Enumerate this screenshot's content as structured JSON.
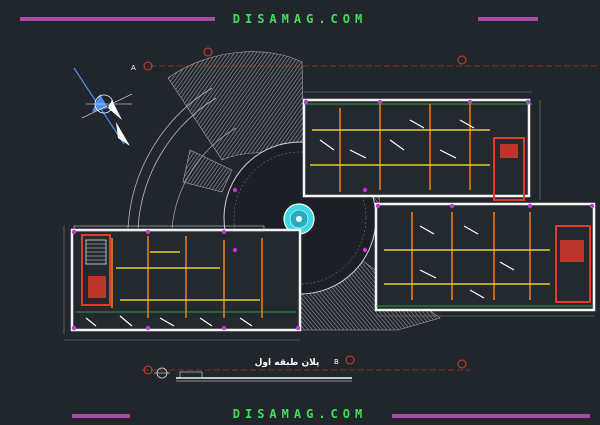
{
  "watermark_top": "DISAMAG.COM",
  "watermark_bottom": "DISAMAG.COM",
  "plan_title": "پلان طبقه اول",
  "section_marks": [
    "A",
    "B"
  ],
  "colors": {
    "background": "#21262c",
    "rule": "#a64ca6",
    "watermark": "#3fe05a",
    "wall": "#f4f4f4",
    "partition_orange": "#e07d1c",
    "partition_yellow": "#e0d31c",
    "core_red": "#e23b2a",
    "grid_green": "#37c04a",
    "grid_magenta": "#c03ad0",
    "fountain": "#3fd6e6",
    "hatch": "#8d8f93"
  },
  "icons": [
    "north-arrow-icon",
    "section-marker-icon",
    "fountain-icon",
    "stair-icon"
  ]
}
